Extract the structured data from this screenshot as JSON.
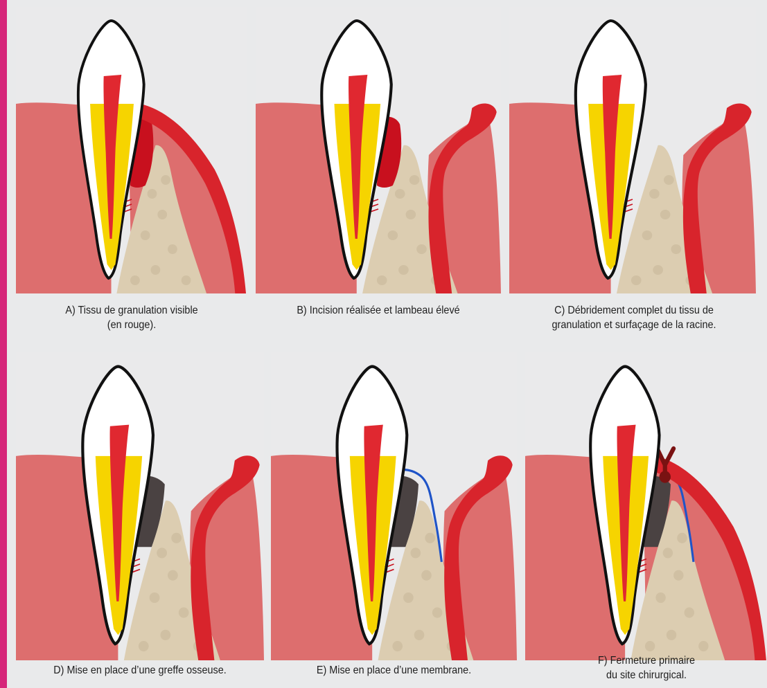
{
  "figure": {
    "accent_color": "#d6267a",
    "panels": [
      {
        "id": "A",
        "caption_lines": [
          "A) Tissu de granulation visible",
          "(en rouge)."
        ]
      },
      {
        "id": "B",
        "caption_lines": [
          "B) Incision réalisée et lambeau élevé"
        ]
      },
      {
        "id": "C",
        "caption_lines": [
          "C) Débridement complet du tissu de",
          "granulation et surfaçage de la racine."
        ]
      },
      {
        "id": "D",
        "caption_lines": [
          "D) Mise en place d’une greffe osseuse."
        ]
      },
      {
        "id": "E",
        "caption_lines": [
          "E) Mise en place d’une membrane."
        ]
      },
      {
        "id": "F",
        "caption_lines": [
          "F) Fermeture primaire",
          "du site chirurgical."
        ]
      }
    ],
    "colors": {
      "gingiva": "#dd6e6e",
      "flap_red": "#d8242c",
      "granulation": "#c8101e",
      "pulp": "#e02830",
      "dentin": "#f6d400",
      "bone": "#dccdb1",
      "graft": "#4a4242",
      "membrane": "#1f54c8",
      "suture": "#7a1212",
      "outline": "#111111"
    }
  }
}
